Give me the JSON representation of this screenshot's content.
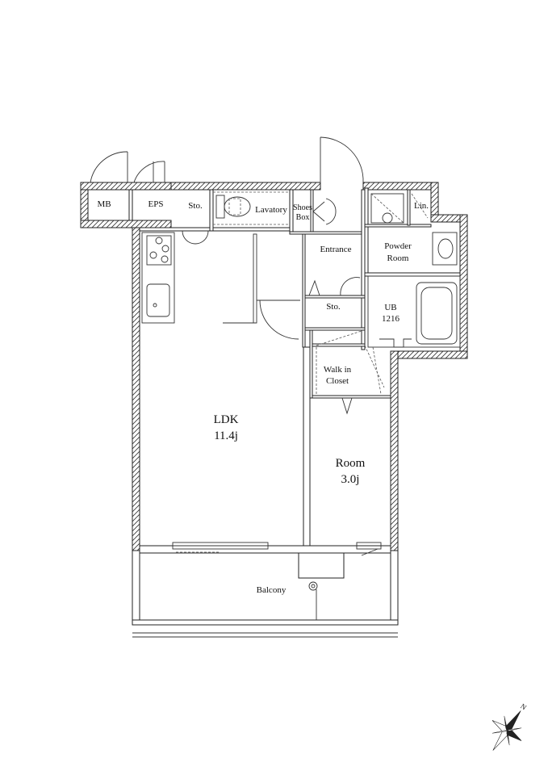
{
  "rooms": {
    "mb": "MB",
    "eps": "EPS",
    "storage_top": "Sto.",
    "lavatory": "Lavatory",
    "shoes_box_1": "Shoes",
    "shoes_box_2": "Box",
    "linen": "Lin.",
    "entrance": "Entrance",
    "powder_room_1": "Powder",
    "powder_room_2": "Room",
    "storage_mid": "Sto.",
    "unit_bath_1": "UB",
    "unit_bath_2": "1216",
    "walk_in_closet_1": "Walk in",
    "walk_in_closet_2": "Closet",
    "ldk_name": "LDK",
    "ldk_size": "11.4j",
    "room_name": "Room",
    "room_size": "3.0j",
    "balcony": "Balcony"
  },
  "compass": {
    "north_label": "N",
    "icon": "compass-rose-icon"
  }
}
